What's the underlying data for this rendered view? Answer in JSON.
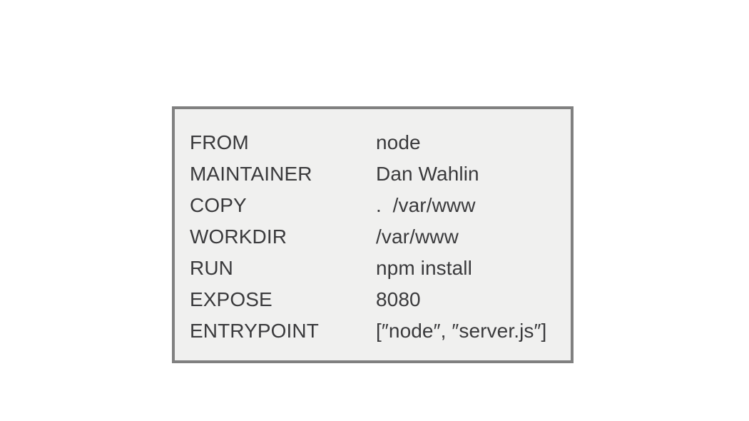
{
  "slide": {
    "background_color": "#ffffff"
  },
  "panel": {
    "background_color": "#f0f0ef",
    "border_color": "#808080",
    "text_color": "#3a3a3c"
  },
  "dockerfile": {
    "rows": [
      {
        "instruction": "FROM",
        "argument": "node"
      },
      {
        "instruction": "MAINTAINER",
        "argument": "Dan Wahlin"
      },
      {
        "instruction": "COPY",
        "argument": ".  /var/www"
      },
      {
        "instruction": "WORKDIR",
        "argument": "/var/www"
      },
      {
        "instruction": "RUN",
        "argument": "npm install"
      },
      {
        "instruction": "EXPOSE",
        "argument": "8080"
      },
      {
        "instruction": "ENTRYPOINT",
        "argument": "[″node″, ″server.js″]"
      }
    ]
  }
}
